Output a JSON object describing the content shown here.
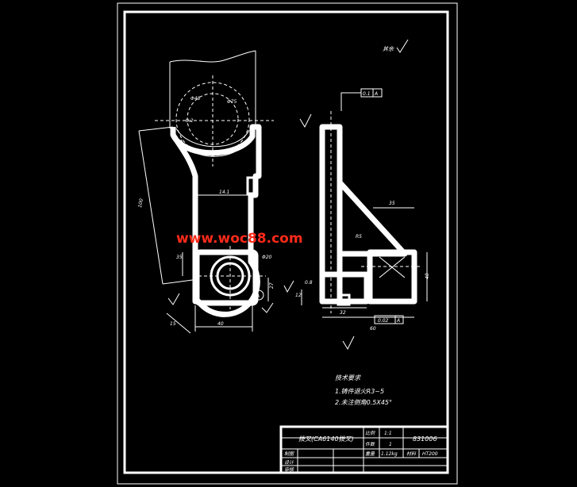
{
  "watermark": "www.woc88.com",
  "roughness": "其余",
  "notes": {
    "title": "技术要求",
    "line1": "1.铸件退火R3~5",
    "line2": "2.未注倒角0.5X45°"
  },
  "dims": {
    "d_phi48": "Φ48",
    "d_phi75": "Φ75",
    "d_phi20": "Φ20",
    "d_0_2": "0.2",
    "d_100": "100",
    "d_14_1": "14.1",
    "d_35": "35",
    "d_40": "40",
    "d_15": "15",
    "d_0_8": "0.8",
    "d_27": "27",
    "d_32": "32",
    "d_60": "60",
    "d_12": "12",
    "d_R5": "R5"
  },
  "tolerance_frames": {
    "top_value": "0.1",
    "top_datum": "A",
    "bottom_value": "0.02",
    "bottom_datum": "A"
  },
  "datum_label": "A",
  "title_block": {
    "part_name": "拨叉(CA6140拨叉)",
    "ratio_label": "比例",
    "ratio_value": "1:1",
    "qty_label": "件数",
    "qty_value": "1",
    "drawing_no": "831006",
    "weight_label": "重量",
    "weight_value": "1.12kg",
    "material_label": "材料",
    "material_value": "HT200",
    "row_draw": "制图",
    "row_design": "设计",
    "row_check": "审核"
  }
}
